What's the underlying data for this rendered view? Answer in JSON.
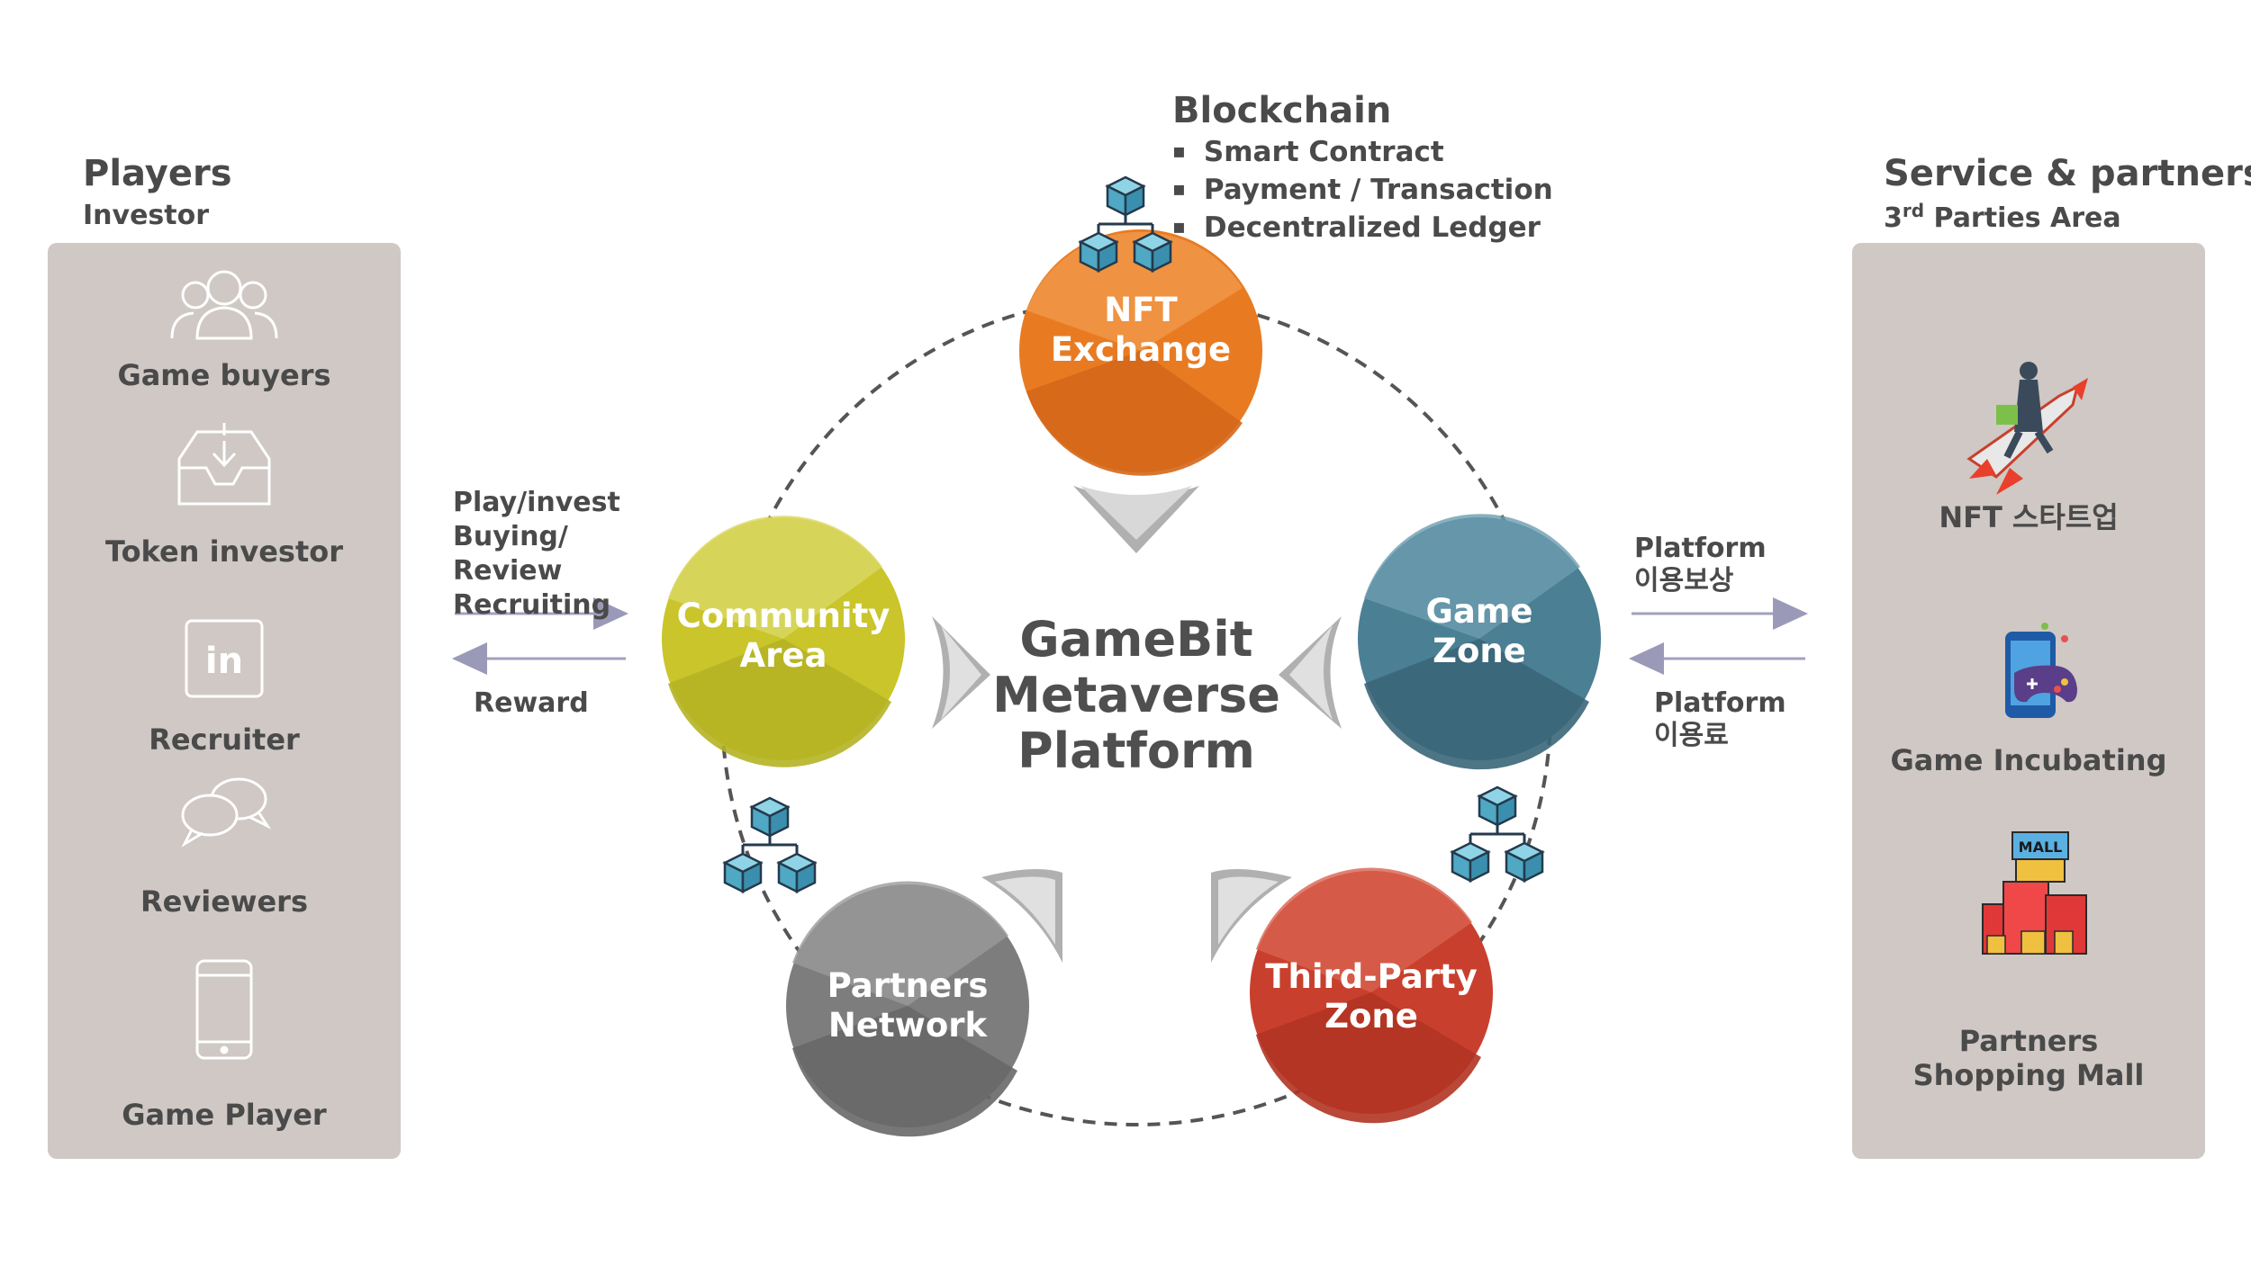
{
  "left": {
    "title": "Players",
    "subtitle": "Investor",
    "items": [
      {
        "label": "Game buyers",
        "icon": "group-icon"
      },
      {
        "label": "Token investor",
        "icon": "inbox-download-icon"
      },
      {
        "label": "Recruiter",
        "icon": "linkedin-icon"
      },
      {
        "label": "Reviewers",
        "icon": "chat-bubbles-icon"
      },
      {
        "label": "Game Player",
        "icon": "smartphone-icon"
      }
    ]
  },
  "right": {
    "title": "Service & partners",
    "subtitle_sup": "rd",
    "subtitle_pre": "3",
    "subtitle_post": " Parties Area",
    "items": [
      {
        "label": "NFT 스타트업",
        "icon": "rocket-startup-icon"
      },
      {
        "label": "Game Incubating",
        "icon": "phone-gamepad-icon"
      },
      {
        "label_line1": "Partners",
        "label_line2": "Shopping Mall",
        "icon": "mall-building-icon"
      }
    ]
  },
  "blockchain": {
    "title": "Blockchain",
    "bullets": [
      "Smart Contract",
      "Payment / Transaction",
      "Decentralized Ledger"
    ]
  },
  "center": {
    "line1": "GameBit",
    "line2": "Metaverse",
    "line3": "Platform"
  },
  "nodes": [
    {
      "id": "nft",
      "line1": "NFT",
      "line2": "Exchange",
      "color": "#e87b22"
    },
    {
      "id": "community",
      "line1": "Community",
      "line2": "Area",
      "color": "#c9c52a"
    },
    {
      "id": "game",
      "line1": "Game",
      "line2": "Zone",
      "color": "#3f6f85"
    },
    {
      "id": "partners",
      "line1": "Partners",
      "line2": "Network",
      "color": "#7d7d7d"
    },
    {
      "id": "thirdparty",
      "line1": "Third-Party",
      "line2": "Zone",
      "color": "#c8402d"
    }
  ],
  "flows": {
    "left_top": [
      "Play/invest",
      "Buying/",
      "Review",
      "Recruiting"
    ],
    "left_bottom": "Reward",
    "right_top": [
      "Platform",
      "이용보상"
    ],
    "right_bottom": [
      "Platform",
      "이용료"
    ]
  },
  "colors": {
    "panel": "#cfc8c4",
    "dashed_ring": "#555555",
    "arrow_line": "#a0a0c0",
    "cube": "#5ab0c8"
  }
}
